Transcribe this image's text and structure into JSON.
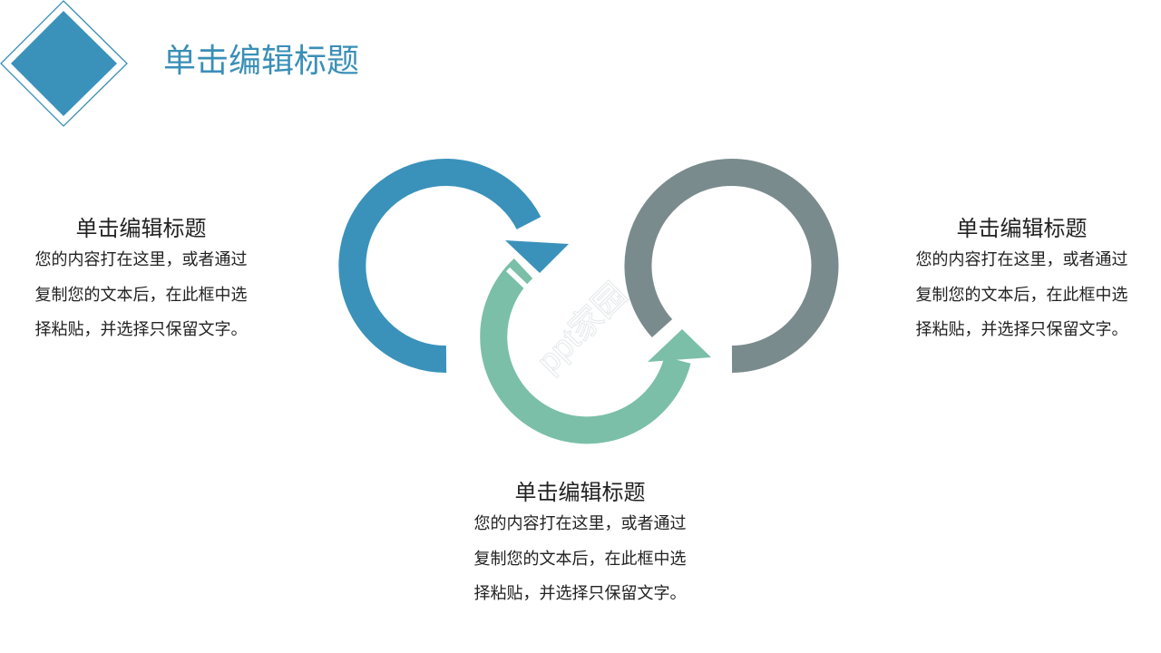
{
  "header": {
    "title": "单击编辑标题",
    "title_color": "#3a8fb7"
  },
  "logo": {
    "icon": "diamond-icon",
    "color": "#3a8fb7"
  },
  "diagram": {
    "type": "three-ring-cycle",
    "watermark": "ppt家园",
    "rings": [
      {
        "name": "blue-ring",
        "color": "#3a92bb"
      },
      {
        "name": "green-ring",
        "color": "#7bbfa8"
      },
      {
        "name": "gray-ring",
        "color": "#7a8b8d"
      }
    ]
  },
  "blocks": {
    "left": {
      "title": "单击编辑标题",
      "lines": [
        "您的内容打在这里，或者通过",
        "复制您的文本后，在此框中选",
        "择粘贴，并选择只保留文字。"
      ]
    },
    "right": {
      "title": "单击编辑标题",
      "lines": [
        "您的内容打在这里，或者通过",
        "复制您的文本后，在此框中选",
        "择粘贴，并选择只保留文字。"
      ]
    },
    "bottom": {
      "title": "单击编辑标题",
      "lines": [
        "您的内容打在这里，或者通过",
        "复制您的文本后，在此框中选",
        "择粘贴，并选择只保留文字。"
      ]
    }
  }
}
